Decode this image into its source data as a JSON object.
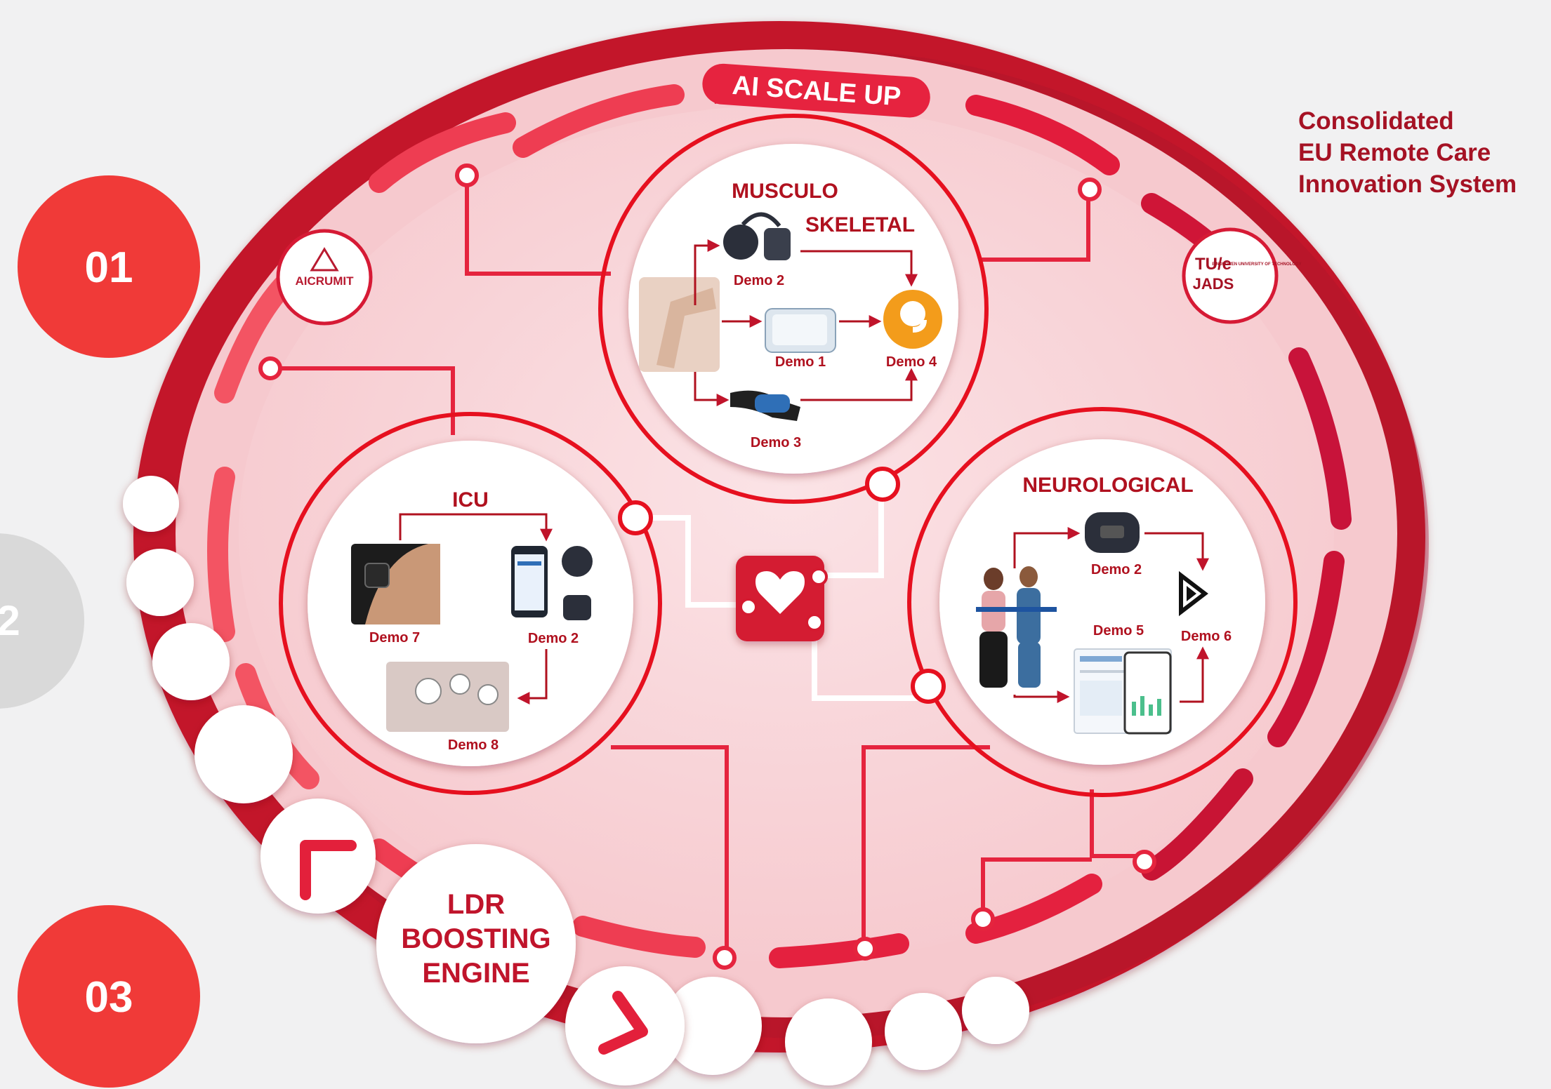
{
  "top_label": "AI SCALE UP",
  "consolidated": {
    "line1": "Consolidated",
    "line2": "EU Remote Care",
    "line3": "Innovation System"
  },
  "steps": {
    "step1": "01",
    "step2": "2",
    "step3": "03"
  },
  "engine": {
    "line1": "LDR",
    "line2": "BOOSTING",
    "line3": "ENGINE"
  },
  "logos": {
    "left": "AICRUMIT",
    "right_top": "TU/e",
    "right_bottom": "JADS",
    "right_sub": "EINDHOVEN UNIVERSITY OF TECHNOLOGY"
  },
  "musculo": {
    "title_line1": "MUSCULO",
    "title_line2": "SKELETAL",
    "demo_a": "Demo 2",
    "demo_b": "Demo 1",
    "demo_c": "Demo 4",
    "demo_d": "Demo 3"
  },
  "icu": {
    "title": "ICU",
    "demo_a": "Demo 7",
    "demo_b": "Demo 2",
    "demo_c": "Demo 8"
  },
  "neuro": {
    "title": "NEUROLOGICAL",
    "demo_a": "Demo 2",
    "demo_b": "Demo 5",
    "demo_c": "Demo 6"
  },
  "colors": {
    "primary_red": "#d8182f",
    "dark_red": "#a51224",
    "light_pink": "#f9d3d7",
    "step_red": "#f03a38",
    "step_grey": "#d9d9d9"
  },
  "icons": [
    "heart-icon",
    "chevron-left-icon",
    "chevron-right-icon",
    "arrow-icon"
  ]
}
